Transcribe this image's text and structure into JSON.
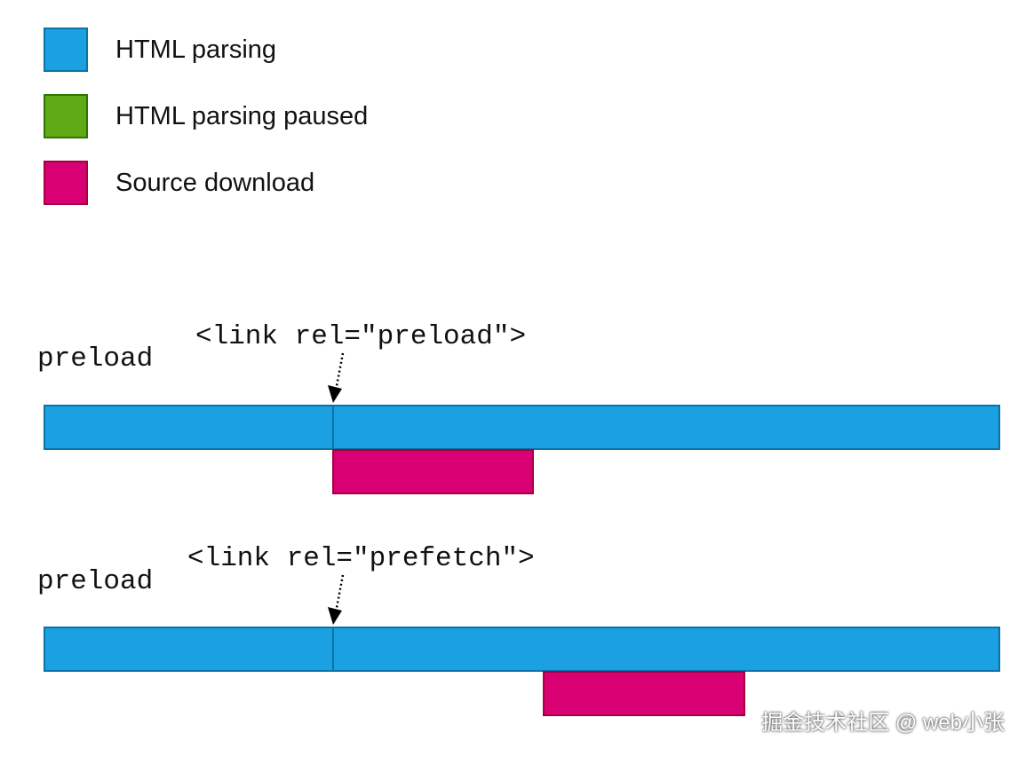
{
  "legend": [
    {
      "label": "HTML parsing",
      "fill": "#1ba1e2",
      "border": "#0a73a8"
    },
    {
      "label": "HTML parsing paused",
      "fill": "#60a917",
      "border": "#2d7600"
    },
    {
      "label": "Source download",
      "fill": "#d80073",
      "border": "#a50040"
    }
  ],
  "rows": [
    {
      "label": "preload",
      "tag": "<link rel=\"preload\">"
    },
    {
      "label": "preload",
      "tag": "<link rel=\"prefetch\">"
    }
  ],
  "watermark": "掘金技术社区 @ web小张"
}
